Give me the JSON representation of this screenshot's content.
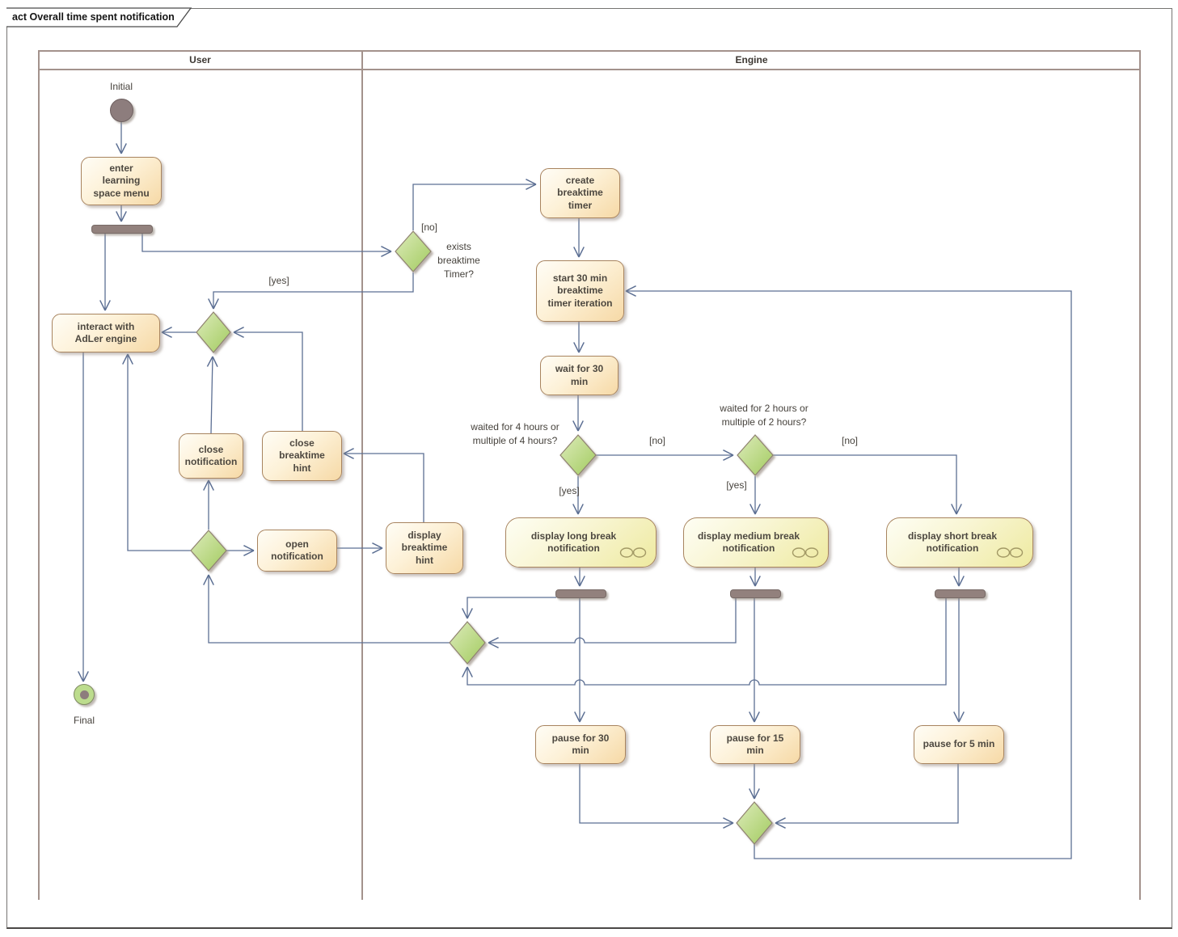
{
  "frame": {
    "title": "act Overall time spent notification"
  },
  "lanes": {
    "user": "User",
    "engine": "Engine"
  },
  "nodes": {
    "initial": "Initial",
    "final": "Final",
    "enter_menu": "enter\nlearning\nspace menu",
    "interact": "interact with\nAdLer engine",
    "close_notification": "close\nnotification",
    "close_hint": "close\nbreaktime\nhint",
    "open_notification": "open\nnotification",
    "display_hint": "display\nbreaktime\nhint",
    "create_timer": "create\nbreaktime\ntimer",
    "start_iteration": "start 30 min\nbreaktime\ntimer iteration",
    "wait_30": "wait for 30\nmin",
    "display_long": "display long break\nnotification",
    "display_medium": "display medium break\nnotification",
    "display_short": "display short break\nnotification",
    "pause_30": "pause for 30\nmin",
    "pause_15": "pause for 15\nmin",
    "pause_5": "pause for 5 min"
  },
  "guards": {
    "exists_timer": "exists\nbreaktime\nTimer?",
    "exists_no": "[no]",
    "exists_yes": "[yes]",
    "waited_4h": "waited for 4 hours or\nmultiple of 4 hours?",
    "waited_4h_yes": "[yes]",
    "waited_4h_no": "[no]",
    "waited_2h": "waited for 2 hours or\nmultiple of 2 hours?",
    "waited_2h_yes": "[yes]",
    "waited_2h_no": "[no]"
  },
  "colors": {
    "connector": "#5c6f93",
    "activity_border": "#a8845f",
    "activity_fill": "#f6d9a6",
    "notification_fill": "#eeeaa0",
    "decision_fill_light": "#ddebbb",
    "decision_fill_dark": "#a2cb5f",
    "bar_fill": "#92817d",
    "initial_fill": "#8d7d7d",
    "final_ring_fill": "#bcdc8d",
    "lane_border": "#a3928c"
  }
}
